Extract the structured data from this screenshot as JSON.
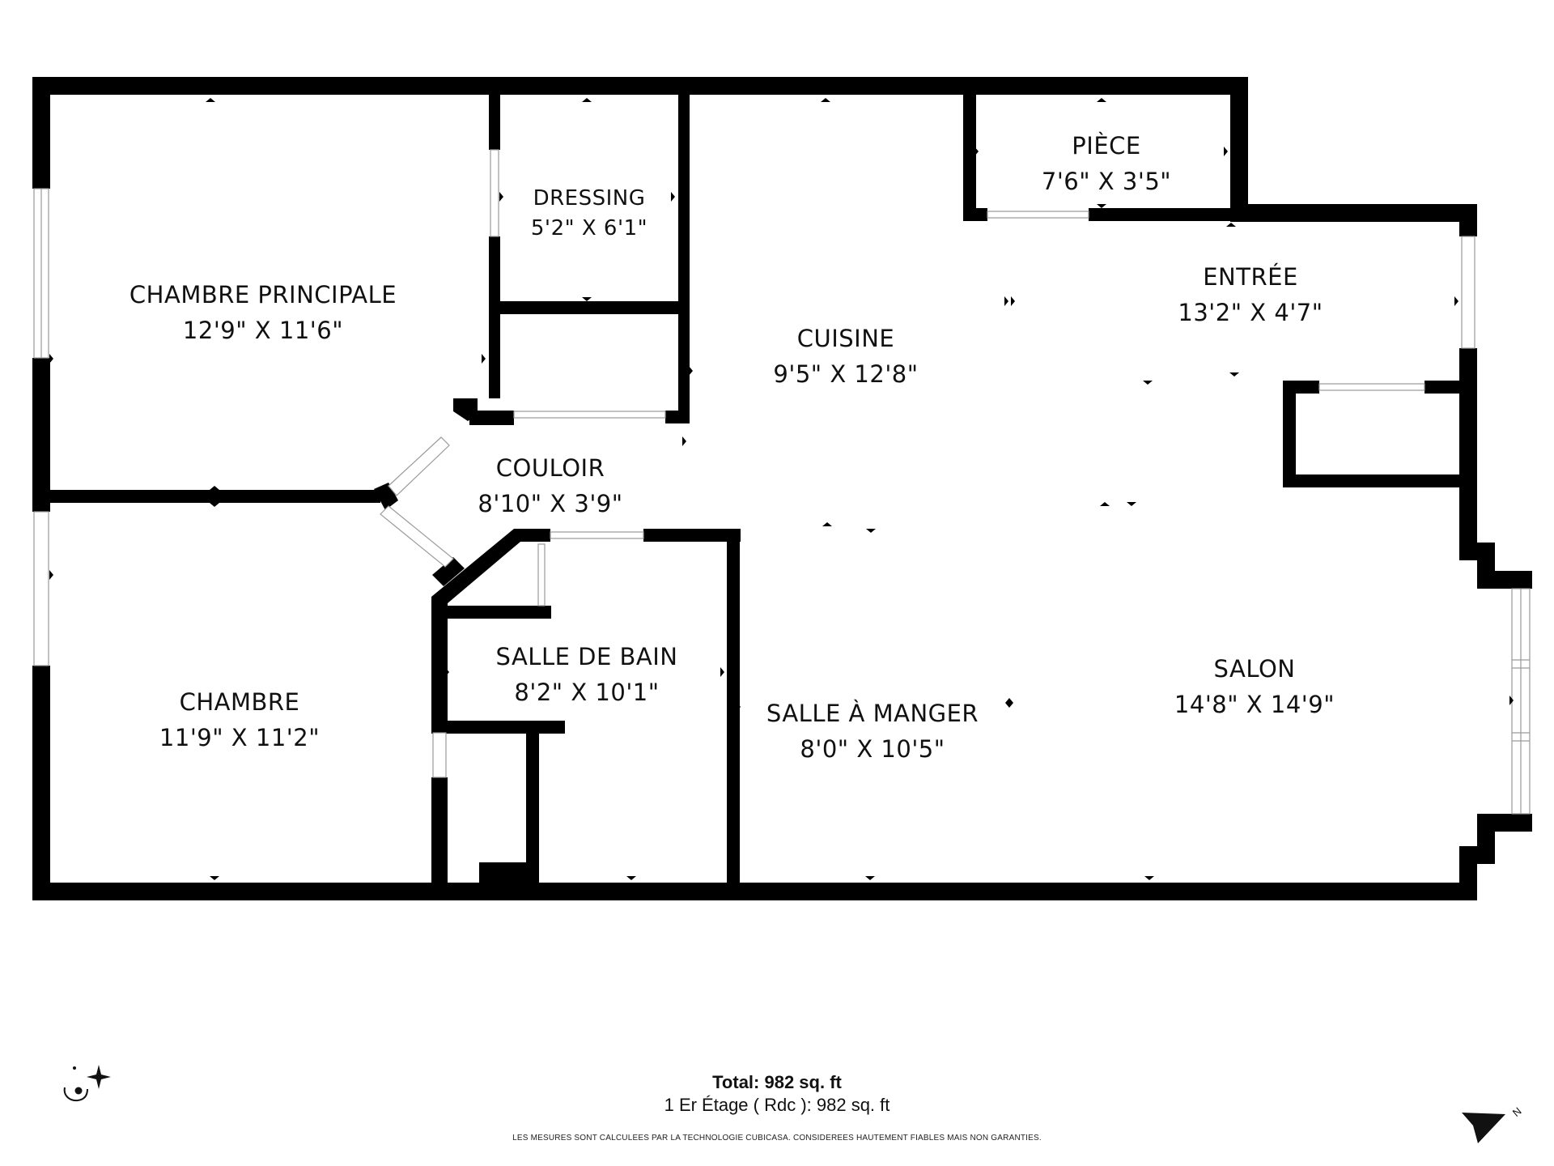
{
  "rooms": [
    {
      "id": "chambre-principale",
      "name": "CHAMBRE PRINCIPALE",
      "dims": "12'9\" X 11'6\""
    },
    {
      "id": "dressing",
      "name": "DRESSING",
      "dims": "5'2\" X 6'1\""
    },
    {
      "id": "piece",
      "name": "PIÈCE",
      "dims": "7'6\" X 3'5\""
    },
    {
      "id": "entree",
      "name": "ENTRÉE",
      "dims": "13'2\" X 4'7\""
    },
    {
      "id": "cuisine",
      "name": "CUISINE",
      "dims": "9'5\" X 12'8\""
    },
    {
      "id": "couloir",
      "name": "COULOIR",
      "dims": "8'10\" X 3'9\""
    },
    {
      "id": "chambre",
      "name": "CHAMBRE",
      "dims": "11'9\" X 11'2\""
    },
    {
      "id": "salle-de-bain",
      "name": "SALLE DE BAIN",
      "dims": "8'2\" X 10'1\""
    },
    {
      "id": "salle-a-manger",
      "name": "SALLE À MANGER",
      "dims": "8'0\" X 10'5\""
    },
    {
      "id": "salon",
      "name": "SALON",
      "dims": "14'8\" X 14'9\""
    }
  ],
  "footer": {
    "total": "Total: 982 sq. ft",
    "floor": "1 Er Étage ( Rdc ): 982 sq. ft",
    "disclaimer": "LES MESURES SONT CALCULEES PAR LA TECHNOLOGIE CUBICASA. CONSIDEREES HAUTEMENT FIABLES MAIS NON GARANTIES."
  },
  "icons": {
    "logo": "cubicasa-logo-icon",
    "north": "north-arrow-icon",
    "north_letter": "N"
  },
  "colors": {
    "wall": "#000000",
    "background": "#ffffff",
    "window": "#9a9a9a"
  }
}
